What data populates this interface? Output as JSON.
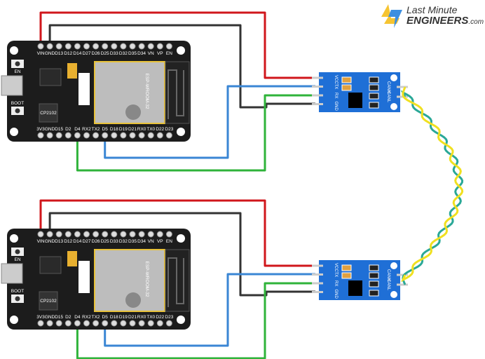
{
  "logo": {
    "line1": "Last Minute",
    "line2": "ENGINEERS",
    "suffix": ".com"
  },
  "esp32": {
    "top_pins": [
      "VIN",
      "GND",
      "D13",
      "D12",
      "D14",
      "D27",
      "D26",
      "D25",
      "D33",
      "D32",
      "D35",
      "D34",
      "VN",
      "VP",
      "EN"
    ],
    "bottom_pins": [
      "3V3",
      "GND",
      "D15",
      "D2",
      "D4",
      "RX2",
      "TX2",
      "D5",
      "D18",
      "D19",
      "D21",
      "RX0",
      "TX0",
      "D22",
      "D23"
    ],
    "buttons": [
      "EN",
      "BOOT"
    ],
    "module_text": "ESP-WROOM-32",
    "chip_text": "CP2102"
  },
  "can_module": {
    "left_pins": [
      "VCC",
      "TX",
      "RX",
      "GND"
    ],
    "right_pins": [
      "CANH",
      "CANL"
    ]
  },
  "wire_colors": {
    "vcc": "#d0161b",
    "gnd": "#333333",
    "tx": "#3a86d4",
    "rx": "#2fb33a",
    "canh": "#f0e020",
    "canl": "#2aa897"
  },
  "connections": [
    {
      "from": "VIN",
      "to": "VCC",
      "color": "red"
    },
    {
      "from": "GND",
      "to": "GND",
      "color": "black"
    },
    {
      "from": "D5",
      "to": "TX",
      "color": "blue"
    },
    {
      "from": "D4",
      "to": "RX",
      "color": "green"
    },
    {
      "from": "CANH",
      "to": "CANH",
      "color": "yellow"
    },
    {
      "from": "CANL",
      "to": "CANL",
      "color": "teal"
    }
  ]
}
